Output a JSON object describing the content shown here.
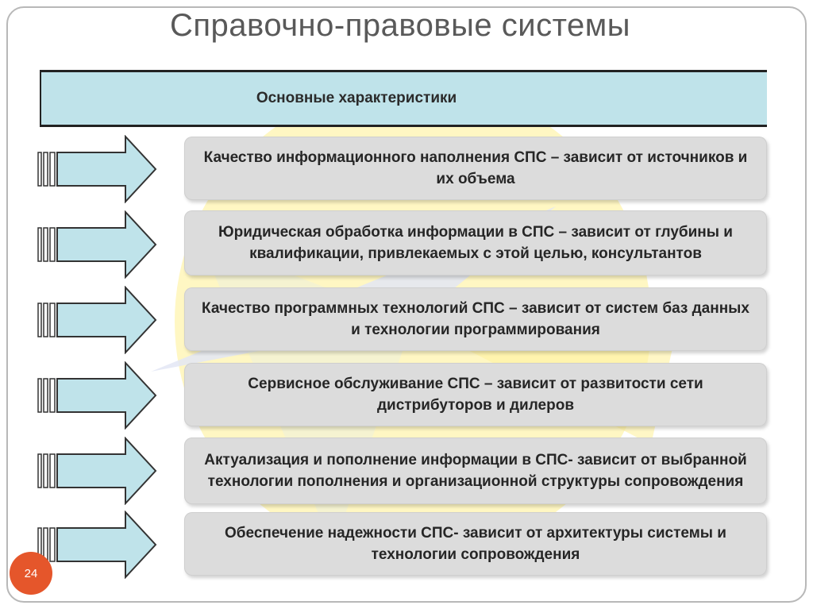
{
  "slide": {
    "title": "Справочно-правовые системы",
    "header": "Основные характеристики",
    "items": [
      "Качество информационного наполнения СПС – зависит от источников и их объема",
      "Юридическая обработка информации в СПС – зависит от глубины и квалификации, привлекаемых с этой целью, консультантов",
      "Качество программных технологий СПС – зависит от систем баз данных и технологии программирования",
      "Сервисное обслуживание СПС – зависит от развитости сети дистрибуторов и дилеров",
      "Актуализация и пополнение информации в СПС- зависит от выбранной технологии пополнения и организационной структуры сопровождения",
      "Обеспечение надежности СПС- зависит от архитектуры системы и технологии сопровождения"
    ],
    "page_number": "24"
  },
  "colors": {
    "header_band": "#bfe3ea",
    "card": "#dcdcdc",
    "arrow_fill": "#bfe3ea",
    "wheel_yellow": "#fff6b8",
    "wheel_blue": "#e3e6f5",
    "badge": "#e5562b"
  }
}
